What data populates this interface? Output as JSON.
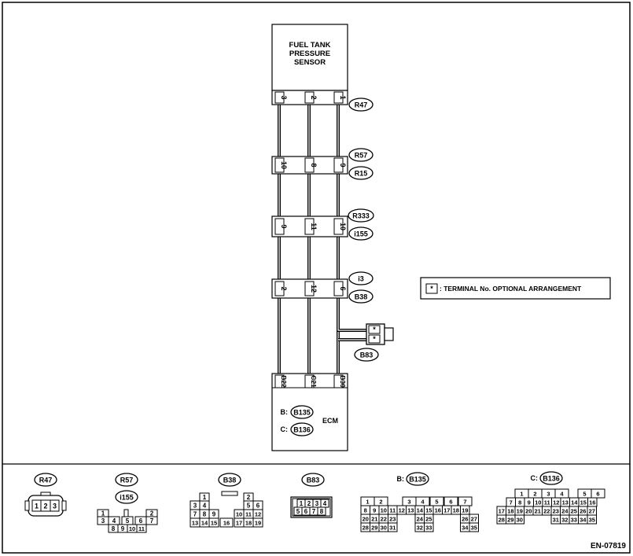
{
  "sensor": {
    "lines": [
      "FUEL TANK",
      "PRESSURE",
      "SENSOR"
    ]
  },
  "connectors": {
    "r47": {
      "label": "R47",
      "pins": [
        "3",
        "2",
        "1"
      ]
    },
    "r57": {
      "label": "R57"
    },
    "r15": {
      "label": "R15",
      "pins": [
        "10",
        "8",
        "9"
      ]
    },
    "r333": {
      "label": "R333"
    },
    "i155": {
      "label": "i155",
      "pins": [
        "9",
        "11",
        "10"
      ]
    },
    "i3": {
      "label": "i3"
    },
    "b38": {
      "label": "B38",
      "pins": [
        "2",
        "12",
        "6"
      ]
    },
    "b83": {
      "label": "B83",
      "pins": [
        "*",
        "*"
      ]
    }
  },
  "ecm": {
    "label": "ECM",
    "pins": [
      "B22",
      "C21",
      "B30"
    ],
    "b_prefix": "B:",
    "b_conn": "B135",
    "c_prefix": "C:",
    "c_conn": "B136"
  },
  "legend": {
    "mark": "*",
    "text": ": TERMINAL No. OPTIONAL ARRANGEMENT"
  },
  "footer": {
    "r47": {
      "label": "R47",
      "pins": [
        "1",
        "2",
        "3"
      ]
    },
    "r57": {
      "label": "R57",
      "sub": "i155",
      "row1": [
        "1",
        "2"
      ],
      "row2": [
        "3",
        "4",
        "5",
        "6",
        "7"
      ],
      "row3": [
        "8",
        "9",
        "10",
        "11"
      ]
    },
    "b38": {
      "label": "B38",
      "row1": [
        "1",
        "2"
      ],
      "row2": [
        "3",
        "4",
        "5",
        "6"
      ],
      "row3": [
        "7",
        "8",
        "9",
        "10",
        "11",
        "12"
      ],
      "row4": [
        "13",
        "14",
        "15",
        "16",
        "17",
        "18",
        "19"
      ]
    },
    "b83": {
      "label": "B83",
      "row1": [
        "1",
        "2",
        "3",
        "4"
      ],
      "row2": [
        "5",
        "6",
        "7",
        "8"
      ]
    },
    "b135": {
      "prefix": "B:",
      "label": "B135",
      "row1": [
        "1",
        "2",
        "3",
        "4",
        "5",
        "6",
        "7"
      ],
      "row2": [
        "8",
        "9",
        "10",
        "11",
        "12",
        "13",
        "14",
        "15",
        "16",
        "17",
        "18",
        "19"
      ],
      "row3": [
        "20",
        "21",
        "22",
        "23",
        "24",
        "25",
        "26",
        "27"
      ],
      "row4": [
        "28",
        "29",
        "30",
        "31",
        "32",
        "33",
        "34",
        "35"
      ]
    },
    "b136": {
      "prefix": "C:",
      "label": "B136",
      "row1": [
        "1",
        "2",
        "3",
        "4",
        "5",
        "6"
      ],
      "row2": [
        "7",
        "8",
        "9",
        "10",
        "11",
        "12",
        "13",
        "14",
        "15",
        "16"
      ],
      "row3": [
        "17",
        "18",
        "19",
        "20",
        "21",
        "22",
        "23",
        "24",
        "25",
        "26",
        "27"
      ],
      "row4": [
        "28",
        "29",
        "30",
        "31",
        "32",
        "33",
        "34",
        "35"
      ]
    }
  },
  "figure_id": "EN-07819"
}
